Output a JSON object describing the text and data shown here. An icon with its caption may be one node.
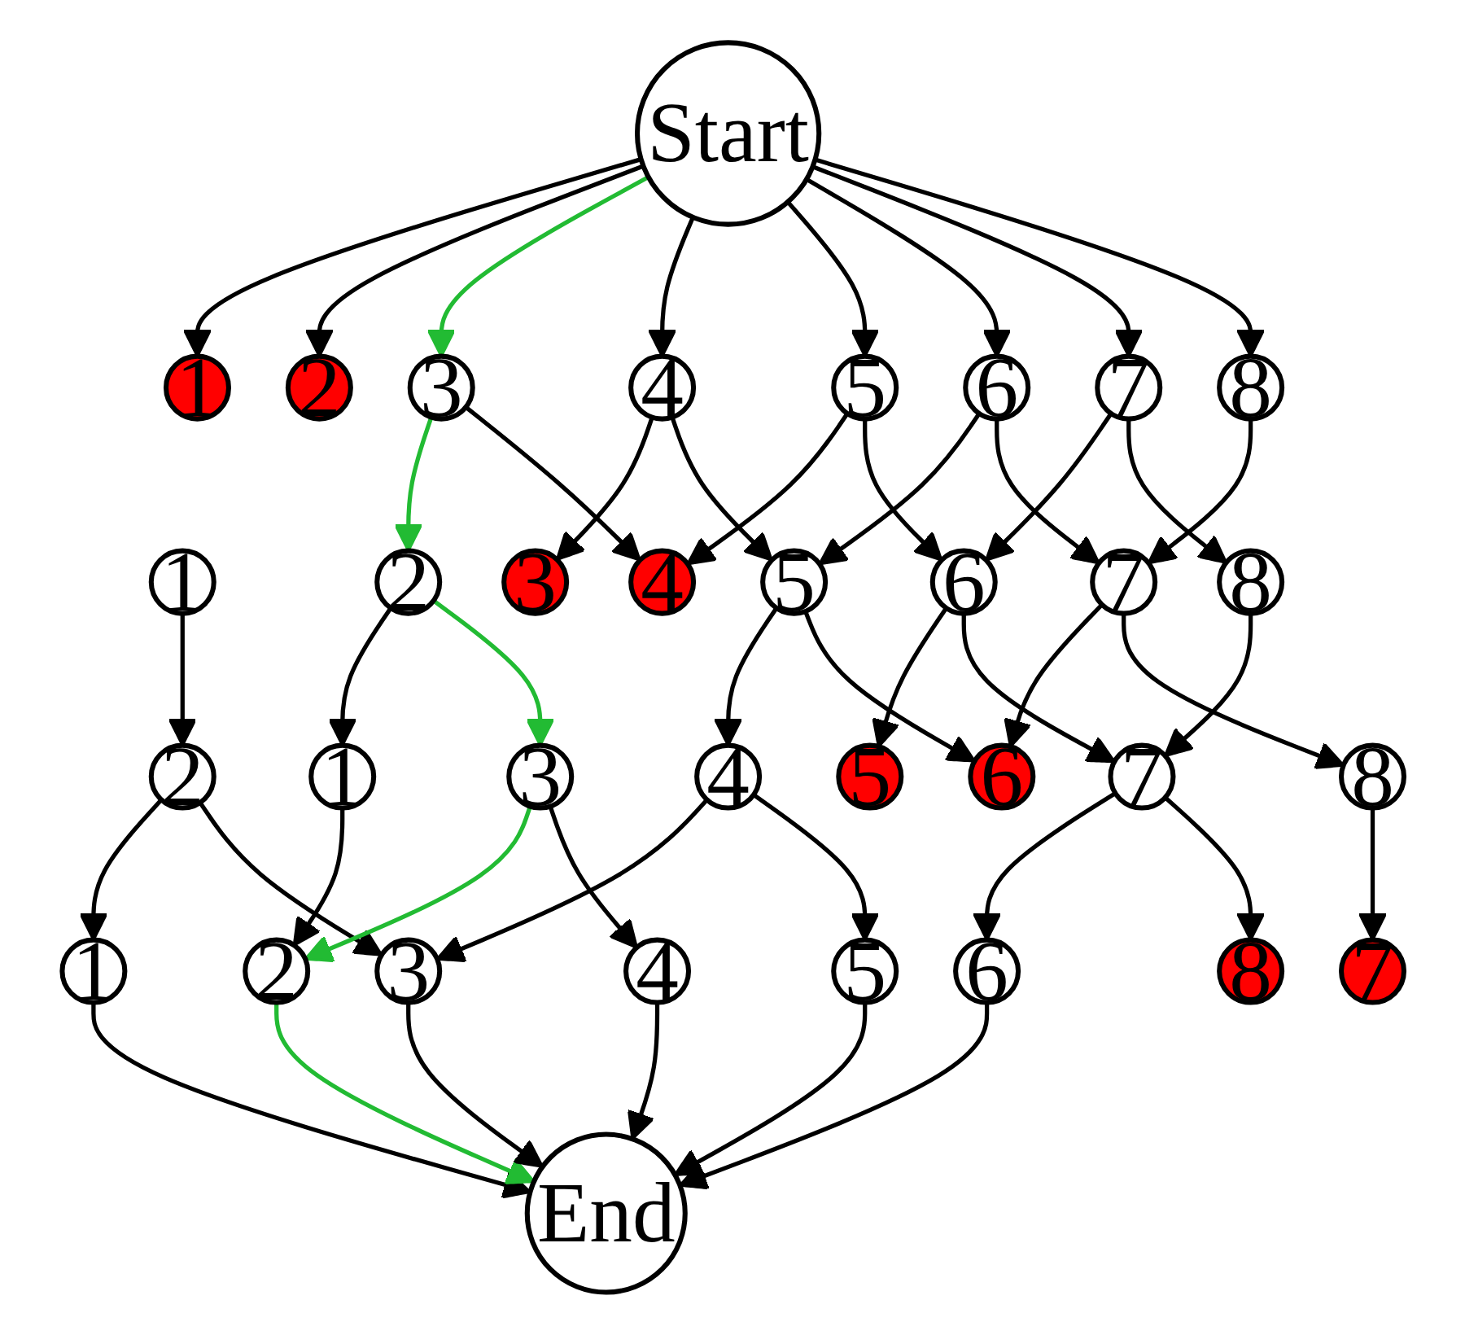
{
  "diagram": {
    "nodes": [
      {
        "text": [
          "Start"
        ]
      },
      {
        "text": [
          "1"
        ]
      },
      {
        "text": [
          "2"
        ]
      },
      {
        "text": [
          "3"
        ]
      },
      {
        "text": [
          "4"
        ]
      },
      {
        "text": [
          "5"
        ]
      },
      {
        "text": [
          "6"
        ]
      },
      {
        "text": [
          "7"
        ]
      },
      {
        "text": [
          "8"
        ]
      },
      {
        "text": [
          "1"
        ]
      },
      {
        "text": [
          "2"
        ]
      },
      {
        "text": [
          "3"
        ]
      },
      {
        "text": [
          "4"
        ]
      },
      {
        "text": [
          "5"
        ]
      },
      {
        "text": [
          "6"
        ]
      },
      {
        "text": [
          "7"
        ]
      },
      {
        "text": [
          "8"
        ]
      },
      {
        "text": [
          "1"
        ]
      },
      {
        "text": [
          "2"
        ]
      },
      {
        "text": [
          "3"
        ]
      },
      {
        "text": [
          "4"
        ]
      },
      {
        "text": [
          "5"
        ]
      },
      {
        "text": [
          "6"
        ]
      },
      {
        "text": [
          "7"
        ]
      },
      {
        "text": [
          "8"
        ]
      },
      {
        "text": [
          "1"
        ]
      },
      {
        "text": [
          "2"
        ]
      },
      {
        "text": [
          "3"
        ]
      },
      {
        "text": [
          "4"
        ]
      },
      {
        "text": [
          "5"
        ]
      },
      {
        "text": [
          "6"
        ]
      },
      {
        "text": [
          "7"
        ]
      },
      {
        "text": [
          "8"
        ]
      },
      {
        "text": [
          "End"
        ]
      }
    ],
    "edges": [
      {
        "from": 0,
        "to": 1,
        "arrow": "to"
      },
      {
        "from": 0,
        "to": 2,
        "arrow": "to"
      },
      {
        "from": 0,
        "to": 3,
        "arrow": "to",
        "color": "#22bb33"
      },
      {
        "from": 0,
        "to": 4,
        "arrow": "to"
      },
      {
        "from": 0,
        "to": 5,
        "arrow": "to"
      },
      {
        "from": 0,
        "to": 6,
        "arrow": "to"
      },
      {
        "from": 0,
        "to": 7,
        "arrow": "to"
      },
      {
        "from": 0,
        "to": 8,
        "arrow": "to"
      },
      {
        "from": 3,
        "to": 10,
        "arrow": "to",
        "color": "#22bb33"
      },
      {
        "from": 3,
        "to": 12,
        "arrow": "to"
      },
      {
        "from": 4,
        "to": 11,
        "arrow": "to"
      },
      {
        "from": 4,
        "to": 13,
        "arrow": "to"
      },
      {
        "from": 5,
        "to": 12,
        "arrow": "to"
      },
      {
        "from": 5,
        "to": 14,
        "arrow": "to"
      },
      {
        "from": 6,
        "to": 13,
        "arrow": "to"
      },
      {
        "from": 6,
        "to": 15,
        "arrow": "to"
      },
      {
        "from": 7,
        "to": 14,
        "arrow": "to"
      },
      {
        "from": 7,
        "to": 16,
        "arrow": "to"
      },
      {
        "from": 8,
        "to": 15,
        "arrow": "to"
      },
      {
        "from": 9,
        "to": 18,
        "arrow": "to"
      },
      {
        "from": 10,
        "to": 17,
        "arrow": "to"
      },
      {
        "from": 10,
        "to": 19,
        "arrow": "to",
        "color": "#22bb33"
      },
      {
        "from": 13,
        "to": 20,
        "arrow": "to"
      },
      {
        "from": 13,
        "to": 22,
        "arrow": "to"
      },
      {
        "from": 14,
        "to": 21,
        "arrow": "to"
      },
      {
        "from": 14,
        "to": 23,
        "arrow": "to"
      },
      {
        "from": 15,
        "to": 22,
        "arrow": "to"
      },
      {
        "from": 15,
        "to": 24,
        "arrow": "to"
      },
      {
        "from": 16,
        "to": 23,
        "arrow": "to"
      },
      {
        "from": 17,
        "to": 26,
        "arrow": "to"
      },
      {
        "from": 18,
        "to": 25,
        "arrow": "to"
      },
      {
        "from": 18,
        "to": 27,
        "arrow": "to"
      },
      {
        "from": 19,
        "to": 26,
        "arrow": "to",
        "color": "#22bb33"
      },
      {
        "from": 19,
        "to": 28,
        "arrow": "to"
      },
      {
        "from": 20,
        "to": 27,
        "arrow": "to"
      },
      {
        "from": 20,
        "to": 29,
        "arrow": "to"
      },
      {
        "from": 23,
        "to": 30,
        "arrow": "to"
      },
      {
        "from": 23,
        "to": 32,
        "arrow": "to"
      },
      {
        "from": 24,
        "to": 31,
        "arrow": "to"
      },
      {
        "from": 25,
        "to": 33,
        "arrow": "to"
      },
      {
        "from": 26,
        "to": 33,
        "arrow": "to",
        "color": "#22bb33"
      },
      {
        "from": 27,
        "to": 33,
        "arrow": "to"
      },
      {
        "from": 28,
        "to": 33,
        "arrow": "to"
      },
      {
        "from": 29,
        "to": 33,
        "arrow": "to"
      },
      {
        "from": 30,
        "to": 33,
        "arrow": "to"
      }
    ]
  }
}
